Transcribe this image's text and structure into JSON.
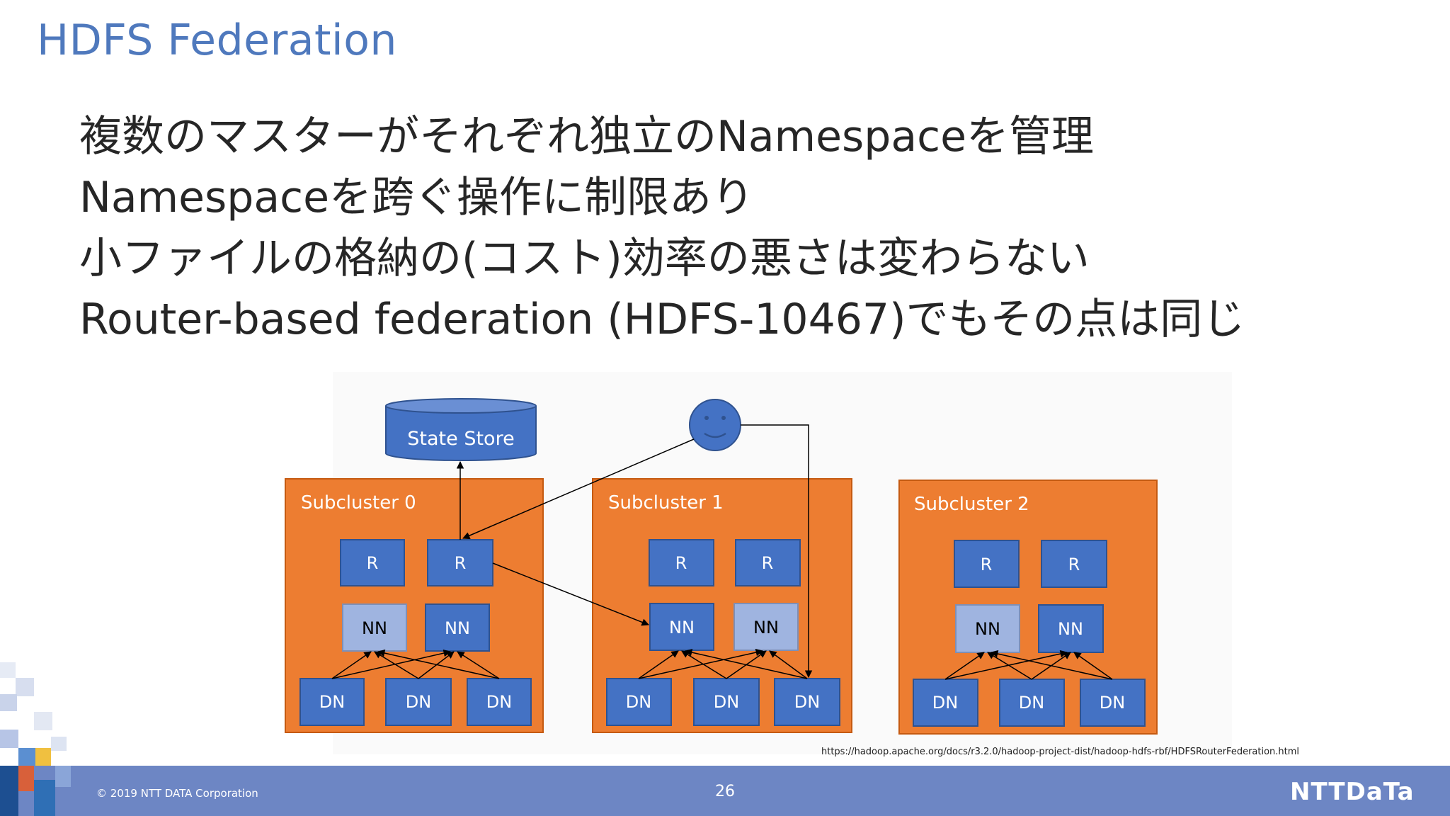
{
  "slide": {
    "title": "HDFS Federation",
    "bullets": [
      "複数のマスターがそれぞれ独立のNamespaceを管理",
      "Namespaceを跨ぐ操作に制限あり",
      "小ファイルの格納の(コスト)効率の悪さは変わらない",
      "Router-based federation (HDFS-10467)でもその点は同じ"
    ]
  },
  "diagram": {
    "state_store": "State Store",
    "subclusters": [
      {
        "name": "Subcluster 0",
        "routers": [
          "R",
          "R"
        ],
        "namenodes": [
          "NN",
          "NN"
        ],
        "datanodes": [
          "DN",
          "DN",
          "DN"
        ]
      },
      {
        "name": "Subcluster 1",
        "routers": [
          "R",
          "R"
        ],
        "namenodes": [
          "NN",
          "NN"
        ],
        "datanodes": [
          "DN",
          "DN",
          "DN"
        ]
      },
      {
        "name": "Subcluster 2",
        "routers": [
          "R",
          "R"
        ],
        "namenodes": [
          "NN",
          "NN"
        ],
        "datanodes": [
          "DN",
          "DN",
          "DN"
        ]
      }
    ],
    "source_url": "https://hadoop.apache.org/docs/r3.2.0/hadoop-project-dist/hadoop-hdfs-rbf/HDFSRouterFederation.html"
  },
  "footer": {
    "copyright": "© 2019 NTT DATA Corporation",
    "page_number": "26",
    "logo": "NTTDaTa"
  },
  "colors": {
    "title": "#4f79bd",
    "subcluster_fill": "#ed7d31",
    "node_fill": "#4472c4",
    "namenode_standby_fill": "#9fb4e0",
    "footer": "#6d86c4"
  }
}
